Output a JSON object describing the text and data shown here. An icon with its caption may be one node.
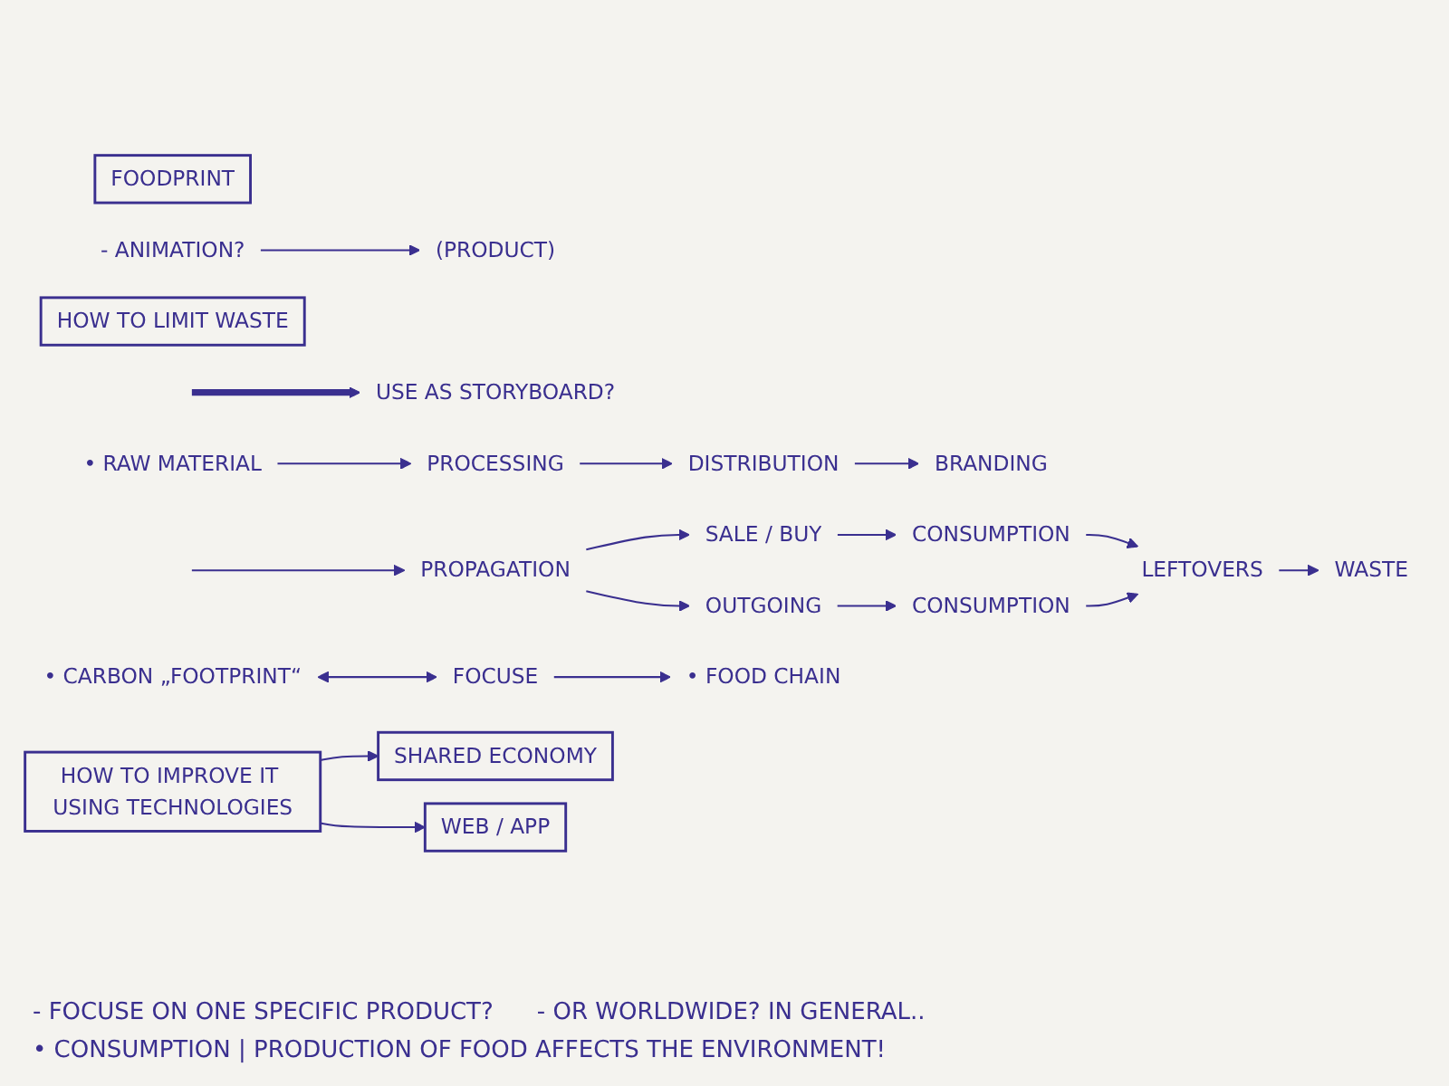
{
  "diagram": {
    "nodes": [
      {
        "text": [
          "FOODPRINT"
        ]
      },
      {
        "text": [
          "- ANIMATION?"
        ]
      },
      {
        "text": [
          "(PRODUCT)"
        ]
      },
      {
        "text": [
          "HOW TO LIMIT WASTE"
        ]
      },
      {
        "text": [
          "USE AS STORYBOARD?"
        ]
      },
      {
        "text": [
          "• RAW MATERIAL"
        ]
      },
      {
        "text": [
          "PROCESSING"
        ]
      },
      {
        "text": [
          "DISTRIBUTION"
        ]
      },
      {
        "text": [
          "BRANDING"
        ]
      },
      {
        "text": [
          "PROPAGATION"
        ]
      },
      {
        "text": [
          "SALE / BUY"
        ]
      },
      {
        "text": [
          "OUTGOING"
        ]
      },
      {
        "text": [
          "CONSUMPTION"
        ]
      },
      {
        "text": [
          "CONSUMPTION"
        ]
      },
      {
        "text": [
          "LEFTOVERS"
        ]
      },
      {
        "text": [
          "WASTE"
        ]
      },
      {
        "text": [
          "• CARBON „FOOTPRINT“"
        ]
      },
      {
        "text": [
          "• FOOD CHAIN"
        ]
      },
      {
        "text": [
          "FOCUSE"
        ]
      },
      {
        "text": [
          "HOW TO IMPROVE IT USING TECHNOLOGIES"
        ]
      },
      {
        "text": [
          "SHARED ECONOMY"
        ]
      },
      {
        "text": [
          "WEB / APP"
        ]
      }
    ],
    "edges": [
      {
        "from": 1,
        "to": 2,
        "arrow": "to"
      },
      {
        "from": null,
        "to": 4,
        "arrow": "to",
        "style": "thick"
      },
      {
        "from": 5,
        "to": 6,
        "arrow": "to"
      },
      {
        "from": 6,
        "to": 7,
        "arrow": "to"
      },
      {
        "from": 7,
        "to": 8,
        "arrow": "to"
      },
      {
        "from": null,
        "to": 9,
        "arrow": "to"
      },
      {
        "from": 9,
        "to": 10,
        "arrow": "to"
      },
      {
        "from": 9,
        "to": 11,
        "arrow": "to"
      },
      {
        "from": 10,
        "to": 12,
        "arrow": "to"
      },
      {
        "from": 11,
        "to": 13,
        "arrow": "to"
      },
      {
        "from": 12,
        "to": 14,
        "arrow": "to"
      },
      {
        "from": 13,
        "to": 14,
        "arrow": "to"
      },
      {
        "from": 14,
        "to": 15,
        "arrow": "to"
      },
      {
        "from": 18,
        "to": 17,
        "arrow": "to"
      },
      {
        "from": 16,
        "to": 18,
        "arrow": "both"
      },
      {
        "from": 19,
        "to": 20,
        "arrow": "to"
      },
      {
        "from": 19,
        "to": 21,
        "arrow": "to"
      }
    ],
    "labels": [
      "- FOCUSE ON ONE SPECIFIC PRODUCT?",
      "- OR WORLDWIDE? IN GENERAL..",
      "• CONSUMPTION | PRODUCTION OF FOOD AFFECTS THE ENVIRONMENT!"
    ]
  }
}
